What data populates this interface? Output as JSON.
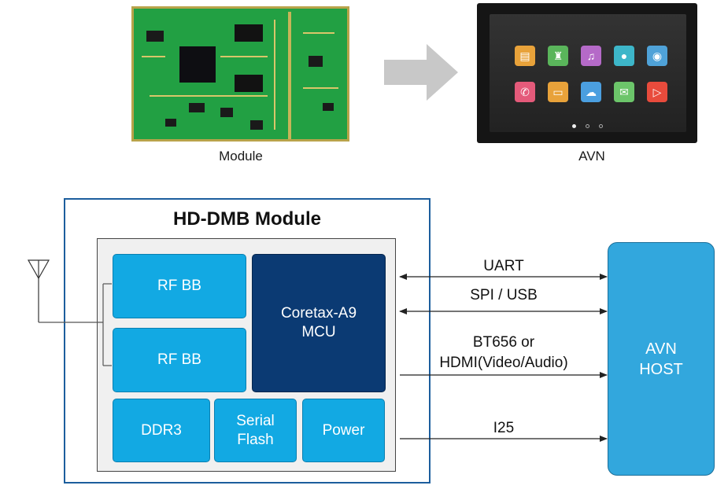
{
  "captions": {
    "module": "Module",
    "avn": "AVN"
  },
  "diagram": {
    "title": "HD-DMB Module",
    "blocks": {
      "rf_bb_1": "RF BB",
      "rf_bb_2": "RF BB",
      "mcu_line1": "Coretax-A9",
      "mcu_line2": "MCU",
      "ddr3": "DDR3",
      "serial_flash_line1": "Serial",
      "serial_flash_line2": "Flash",
      "power": "Power"
    },
    "host": {
      "line1": "AVN",
      "line2": "HOST"
    },
    "links": {
      "uart": "UART",
      "spi_usb": "SPI / USB",
      "bt656_line1": "BT656 or",
      "bt656_line2": "HDMI(Video/Audio)",
      "i2s": "I25"
    }
  },
  "colors": {
    "module_border": "#1c5e9d",
    "block_light": "#12a9e3",
    "block_dark": "#0b3a73",
    "host": "#32a7dd",
    "pcb": "#1f9a3f",
    "arrow": "#c8c8c8"
  },
  "icons": {
    "antenna": "antenna-icon",
    "flow_arrow": "right-arrow-icon"
  }
}
